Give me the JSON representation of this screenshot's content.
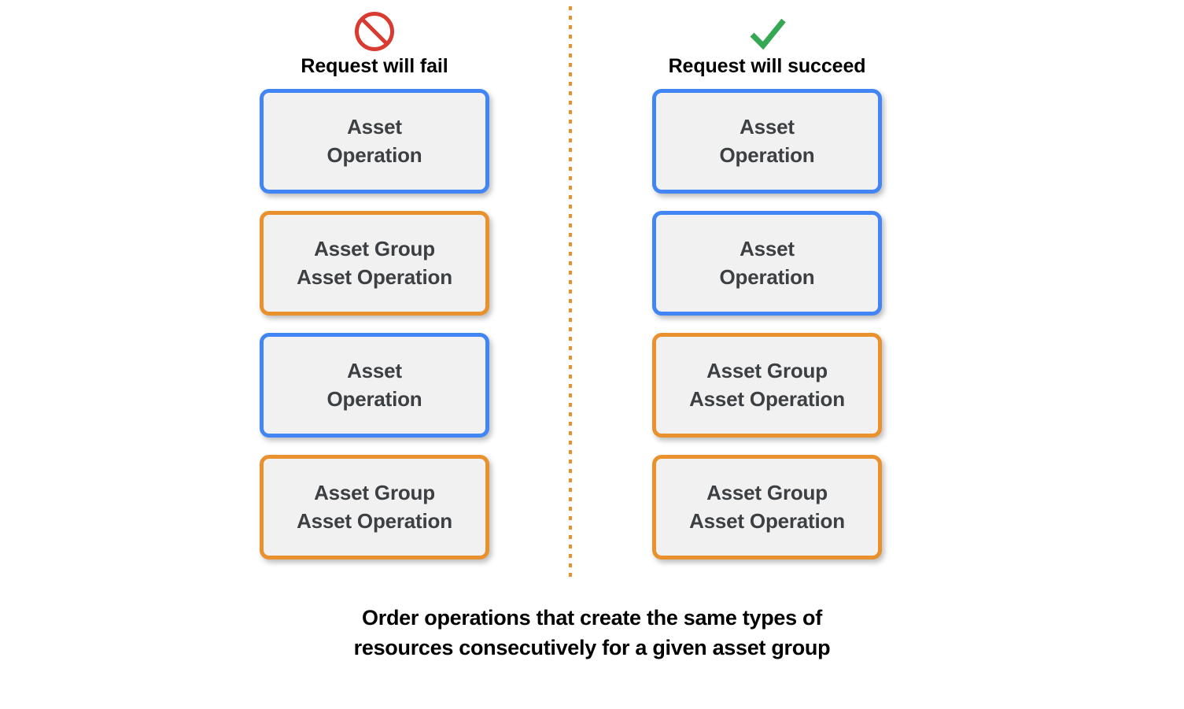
{
  "colors": {
    "blue_border": "#4285f4",
    "orange_border": "#e8912d",
    "card_fill": "#f1f1f1",
    "card_text": "#3c4043",
    "fail_icon": "#d93b30",
    "succeed_icon": "#34a853",
    "divider": "#e8912d",
    "background": "#ffffff"
  },
  "columns": [
    {
      "id": "fail",
      "icon": "prohibition-icon",
      "label": "Request will fail",
      "cards": [
        {
          "type": "asset-operation",
          "border": "blue",
          "text": "Asset\nOperation"
        },
        {
          "type": "asset-group-asset-operation",
          "border": "orange",
          "text": "Asset Group\nAsset Operation"
        },
        {
          "type": "asset-operation",
          "border": "blue",
          "text": "Asset\nOperation"
        },
        {
          "type": "asset-group-asset-operation",
          "border": "orange",
          "text": "Asset Group\nAsset Operation"
        }
      ]
    },
    {
      "id": "succeed",
      "icon": "checkmark-icon",
      "label": "Request will succeed",
      "cards": [
        {
          "type": "asset-operation",
          "border": "blue",
          "text": "Asset\nOperation"
        },
        {
          "type": "asset-operation",
          "border": "blue",
          "text": "Asset\nOperation"
        },
        {
          "type": "asset-group-asset-operation",
          "border": "orange",
          "text": "Asset Group\nAsset Operation"
        },
        {
          "type": "asset-group-asset-operation",
          "border": "orange",
          "text": "Asset Group\nAsset Operation"
        }
      ]
    }
  ],
  "caption": "Order operations that create the same types of\nresources consecutively for a given asset group"
}
